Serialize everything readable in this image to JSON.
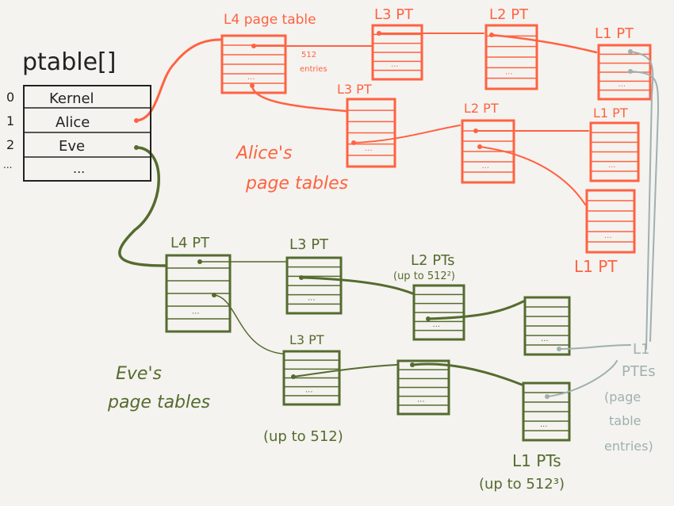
{
  "colors": {
    "alice": "#ff6242",
    "eve": "#556b2f",
    "pte": "#9fb0b0",
    "ptable": "#222222",
    "background": "#f4f3ef"
  },
  "ptable": {
    "title": "ptable[]",
    "rows": [
      {
        "index": "0",
        "name": "Kernel"
      },
      {
        "index": "1",
        "name": "Alice"
      },
      {
        "index": "2",
        "name": "Eve"
      },
      {
        "index": "...",
        "name": "..."
      }
    ]
  },
  "alice": {
    "caption_line1": "Alice's",
    "caption_line2": "page tables",
    "l4_label": "L4 page table",
    "entries_label_line1": "512",
    "entries_label_line2": "entries",
    "l3_top_label": "L3 PT",
    "l2_top_label": "L2 PT",
    "l1_top_label": "L1 PT",
    "l3_mid_label": "L3 PT",
    "l2_mid_label": "L2 PT",
    "l1_mid_label": "L1 PT",
    "l1_bottom_label": "L1 PT"
  },
  "eve": {
    "caption_line1": "Eve's",
    "caption_line2": "page tables",
    "l4_label": "L4 PT",
    "l3_top_label": "L3 PT",
    "l3_bottom_label": "L3 PT",
    "l3_note": "(up to 512)",
    "l2_label": "L2 PTs",
    "l2_note": "(up to 512²)",
    "l1_label": "L1 PTs",
    "l1_note": "(up to 512³)"
  },
  "pte_note": {
    "line1": "L1",
    "line2": "PTEs",
    "line3": "(page",
    "line4": "table",
    "line5": "entries)"
  },
  "ellipsis": "..."
}
